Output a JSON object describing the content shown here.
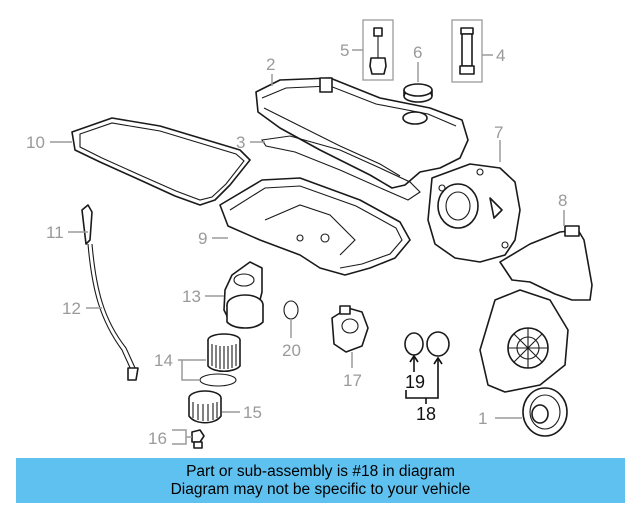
{
  "diagram": {
    "callouts": {
      "c1": "1",
      "c2": "2",
      "c3": "3",
      "c4": "4",
      "c5": "5",
      "c6": "6",
      "c7": "7",
      "c8": "8",
      "c9": "9",
      "c10": "10",
      "c11": "11",
      "c12": "12",
      "c13": "13",
      "c14": "14",
      "c15": "15",
      "c16": "16",
      "c17": "17",
      "c18": "18",
      "c19": "19",
      "c20": "20"
    },
    "highlighted_part": "18"
  },
  "banner": {
    "line1": "Part or sub-assembly is #18 in diagram",
    "line2": "Diagram may not be specific to your vehicle",
    "color": "#5ec1f0"
  }
}
